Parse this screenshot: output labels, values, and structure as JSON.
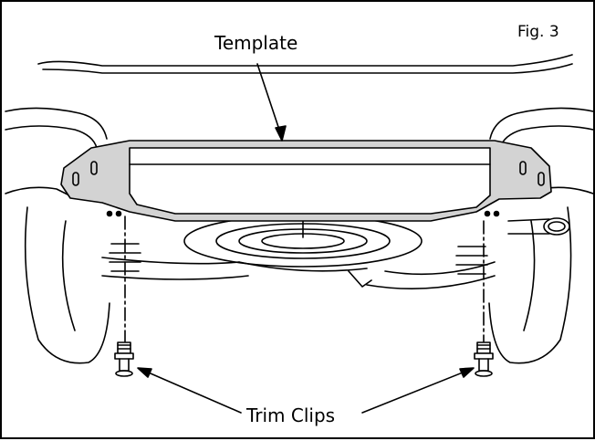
{
  "figure": {
    "id_label": "Fig. 3"
  },
  "callouts": {
    "template": "Template",
    "trim_clips": "Trim Clips"
  }
}
